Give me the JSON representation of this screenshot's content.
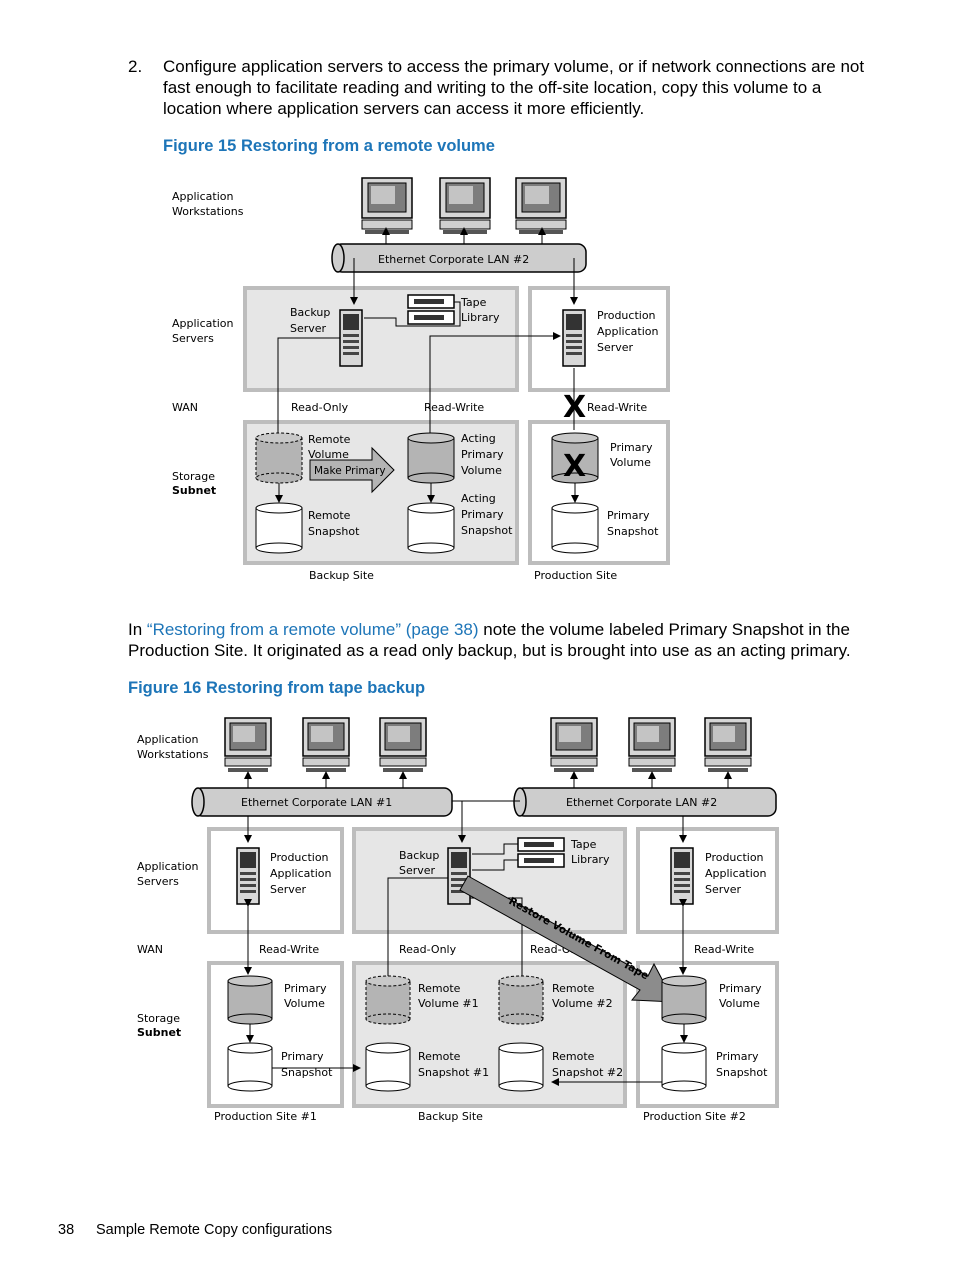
{
  "step": {
    "number": "2.",
    "lines": [
      "Configure application servers to access the primary volume, or if network connections are not",
      "fast enough to facilitate reading and writing to the off-site location, copy this volume to a",
      "location where application servers can access it more efficiently."
    ]
  },
  "figure15": {
    "caption": "Figure 15 Restoring from a remote volume",
    "labels": {
      "workstations": [
        "Application",
        "Workstations"
      ],
      "servers": [
        "Application",
        "Servers"
      ],
      "wan": "WAN",
      "storage": "Storage",
      "subnet": "Subnet",
      "lan": "Ethernet Corporate LAN #2",
      "backup_server": [
        "Backup",
        "Server"
      ],
      "tape_library": [
        "Tape",
        "Library"
      ],
      "production_server": [
        "Production",
        "Application",
        "Server"
      ],
      "read_only": "Read-Only",
      "read_write_1": "Read-Write",
      "read_write_2": "Read-Write",
      "remote_volume": [
        "Remote",
        "Volume"
      ],
      "make_primary": "Make Primary",
      "acting_primary_volume": [
        "Acting",
        "Primary",
        "Volume"
      ],
      "acting_primary_snapshot": [
        "Acting",
        "Primary",
        "Snapshot"
      ],
      "remote_snapshot": [
        "Remote",
        "Snapshot"
      ],
      "primary_volume": [
        "Primary",
        "Volume"
      ],
      "primary_snapshot": [
        "Primary",
        "Snapshot"
      ],
      "fail_mark": "X",
      "backup_site": "Backup Site",
      "production_site": "Production Site"
    }
  },
  "middle_paragraph": {
    "lines": [
      "note the volume labeled Primary Snapshot in the",
      "Production Site. It originated as a read only backup, but is brought into use as an acting primary."
    ],
    "prefix": "In ",
    "link": "“Restoring from a remote volume” (page 38)"
  },
  "figure16": {
    "caption": "Figure 16 Restoring from tape backup",
    "labels": {
      "workstations": [
        "Application",
        "Workstations"
      ],
      "servers": [
        "Application",
        "Servers"
      ],
      "wan": "WAN",
      "storage": "Storage",
      "subnet": "Subnet",
      "lan1": "Ethernet Corporate LAN #1",
      "lan2": "Ethernet Corporate LAN #2",
      "prod1_server": [
        "Production",
        "Application",
        "Server"
      ],
      "backup_server": [
        "Backup",
        "Server"
      ],
      "tape_library": [
        "Tape",
        "Library"
      ],
      "prod2_server": [
        "Production",
        "Application",
        "Server"
      ],
      "rw1": "Read-Write",
      "ro": "Read-Only",
      "ro2": "Read-Only",
      "rw2": "Read-Write",
      "restore": "Restore Volume From Tape",
      "primary_volume_1": [
        "Primary",
        "Volume"
      ],
      "primary_snapshot_1": [
        "Primary",
        "Snapshot"
      ],
      "remote_volume_1": [
        "Remote",
        "Volume #1"
      ],
      "remote_snapshot_1": [
        "Remote",
        "Snapshot #1"
      ],
      "remote_volume_2": [
        "Remote",
        "Volume #2"
      ],
      "remote_snapshot_2": [
        "Remote",
        "Snapshot #2"
      ],
      "primary_volume_2": [
        "Primary",
        "Volume"
      ],
      "primary_snapshot_2": [
        "Primary",
        "Snapshot"
      ],
      "site1": "Production Site #1",
      "backup_site": "Backup Site",
      "site2": "Production Site #2"
    }
  },
  "footer": {
    "page_number": "38",
    "section": "Sample Remote Copy configurations"
  },
  "colors": {
    "link": "#1d75b8",
    "panel": "#e6e6e6",
    "panel_border": "#bdbdbd",
    "cylinder_dark": "#b4b4b4"
  }
}
